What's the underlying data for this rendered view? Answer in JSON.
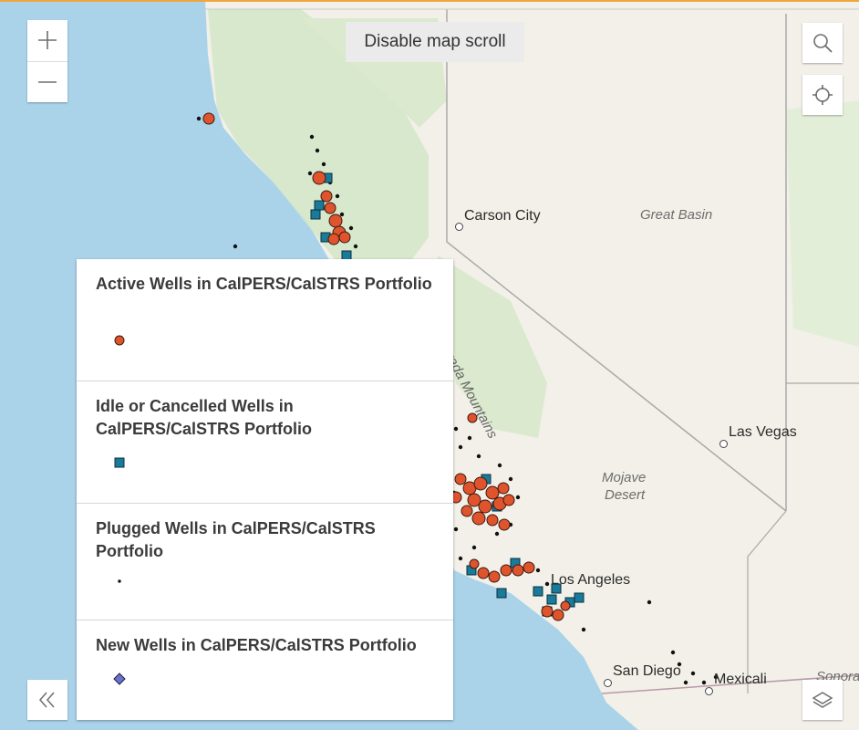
{
  "map": {
    "scroll_button": "Disable map scroll",
    "labels": {
      "carson_city": "Carson City",
      "great_basin": "Great Basin",
      "sierra_nevada": "Nevada Mountains",
      "las_vegas": "Las Vegas",
      "mojave_1": "Mojave",
      "mojave_2": "Desert",
      "los_angeles": "Los Angeles",
      "san_diego": "San Diego",
      "mexicali": "Mexicali",
      "sonora": "Sonora"
    },
    "icons": {
      "zoom_in": "plus-icon",
      "zoom_out": "minus-icon",
      "search": "search-icon",
      "locate": "crosshair-icon",
      "layers": "layers-icon",
      "collapse": "double-chevron-left-icon"
    }
  },
  "legend": {
    "items": [
      {
        "title": "Active Wells in CalPERS/CalSTRS Portfolio",
        "symbol": "circle",
        "color": "#e0542d"
      },
      {
        "title": "Idle or Cancelled Wells in CalPERS/CalSTRS Portfolio",
        "symbol": "square",
        "color": "#1a7a9a"
      },
      {
        "title": "Plugged Wells in CalPERS/CalSTRS Portfolio",
        "symbol": "dot",
        "color": "#111111"
      },
      {
        "title": "New Wells in CalPERS/CalSTRS Portfolio",
        "symbol": "diamond",
        "color": "#6d72c9"
      }
    ]
  },
  "colors": {
    "ocean": "#aad3ea",
    "land": "#f2f0e8",
    "forest": "#d4e6c8",
    "border": "#a7a7a7",
    "accent": "#f0a63c"
  }
}
